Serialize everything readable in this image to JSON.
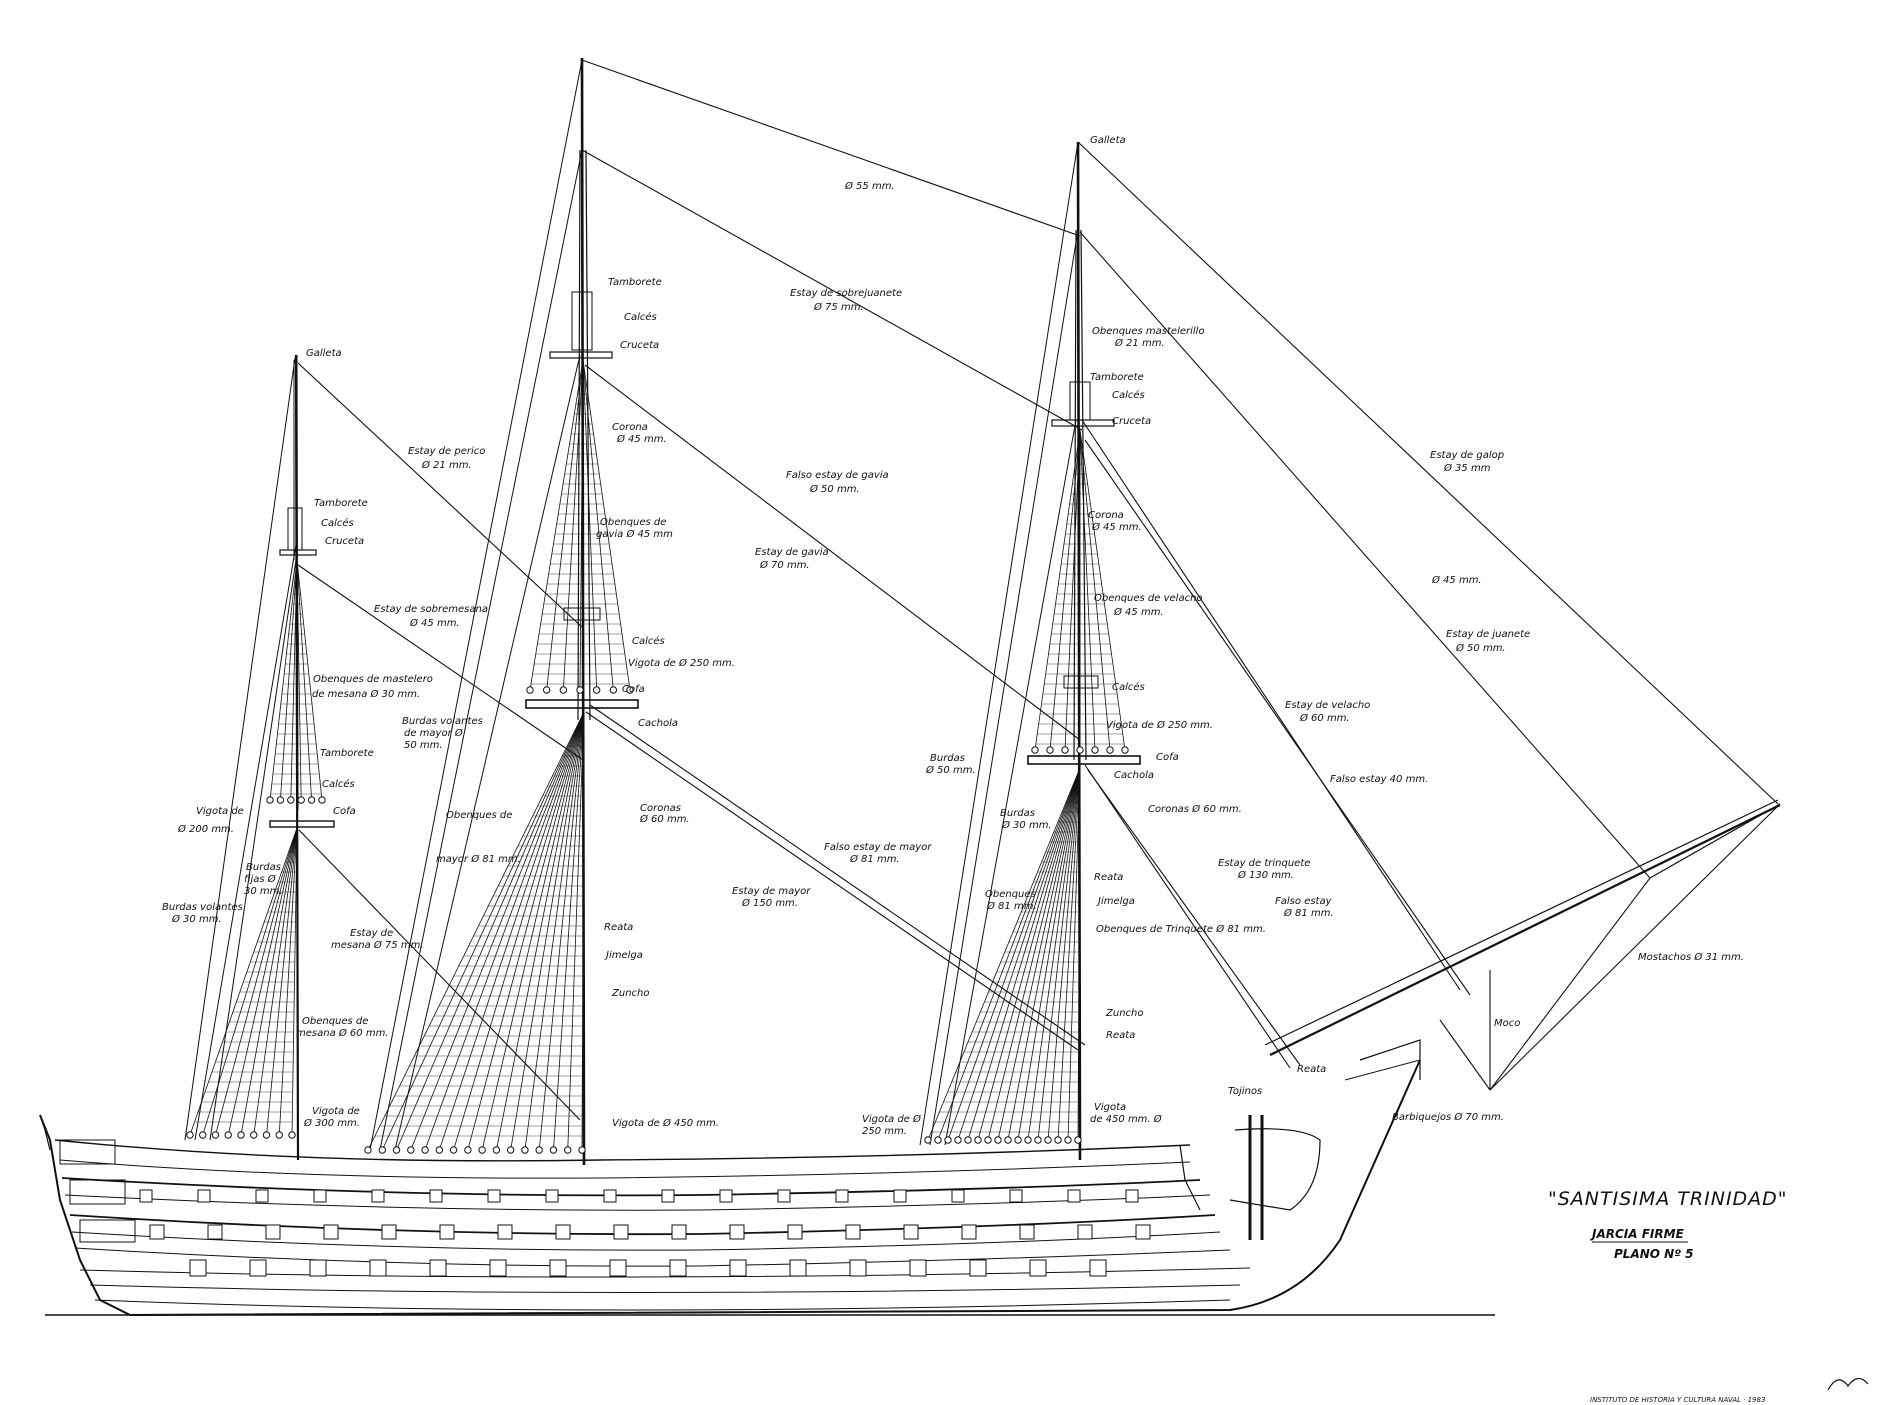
{
  "title": "\"SANTISIMA TRINIDAD\"",
  "subtitle": "JARCIA FIRME",
  "plan_number": "PLANO Nº 5",
  "institute": "INSTITUTO DE HISTORIA Y CULTURA NAVAL · 1983",
  "labels": {
    "galleta_mesana": "Galleta",
    "galleta_trinquete": "Galleta",
    "d55": "Ø 55 mm.",
    "tamborete_mayor": "Tamborete",
    "calces_mayor_top": "Calcés",
    "cruceta_mayor": "Cruceta",
    "estay_sobrejuanete_1": "Estay de sobrejuanete",
    "estay_sobrejuanete_2": "Ø 75 mm.",
    "obenques_mastelerillo_1": "Obenques mastelerillo",
    "obenques_mastelerillo_2": "Ø 21 mm.",
    "tamborete_trinquete": "Tamborete",
    "calces_trinquete_top": "Calcés",
    "cruceta_trinquete": "Cruceta",
    "estay_perico_1": "Estay de perico",
    "estay_perico_2": "Ø 21 mm.",
    "corona_mayor_1": "Corona",
    "corona_mayor_2": "Ø 45 mm.",
    "falso_estay_gavia_1": "Falso estay de gavia",
    "falso_estay_gavia_2": "Ø 50 mm.",
    "estay_galop_1": "Estay de galop",
    "estay_galop_2": "Ø 35 mm",
    "tamborete_mesana": "Tamborete",
    "calces_mesana_top": "Calcés",
    "cruceta_mesana": "Cruceta",
    "corona_trinquete_1": "Corona",
    "corona_trinquete_2": "Ø 45 mm.",
    "obenques_gavia_1": "Obenques de",
    "obenques_gavia_2": "gavia Ø 45 mm",
    "estay_gavia_1": "Estay de gavia",
    "estay_gavia_2": "Ø 70 mm.",
    "d45": "Ø 45 mm.",
    "obenques_velacho_1": "Obenques de velacho",
    "obenques_velacho_2": "Ø 45 mm.",
    "estay_sobremesana_1": "Estay de sobremesana",
    "estay_sobremesana_2": "Ø 45 mm.",
    "estay_juanete_1": "Estay de juanete",
    "estay_juanete_2": "Ø 50 mm.",
    "calces_mayor": "Calcés",
    "vigota_mayor_250": "Vigota de Ø 250 mm.",
    "obenques_mastelero_mesana_1": "Obenques de mastelero",
    "obenques_mastelero_mesana_2": "de mesana Ø 30 mm.",
    "cofa_mayor": "Cofa",
    "calces_trinquete": "Calcés",
    "estay_velacho_1": "Estay de velacho",
    "estay_velacho_2": "Ø 60 mm.",
    "burdas_volantes_mayor_1": "Burdas volantes",
    "burdas_volantes_mayor_2": "de mayor Ø",
    "burdas_volantes_mayor_3": "50 mm.",
    "cachola_mayor": "Cachola",
    "vigota_trinquete_250": "Vigota de Ø 250 mm.",
    "burdas_50_1": "Burdas",
    "burdas_50_2": "Ø 50 mm.",
    "cofa_trinquete": "Cofa",
    "cachola_trinquete": "Cachola",
    "falso_estay_40": "Falso estay 40 mm.",
    "tamborete_mesana_low": "Tamborete",
    "calces_mesana_low": "Calcés",
    "cofa_mesana": "Cofa",
    "vigota_mesana_1": "Vigota de",
    "vigota_mesana_2": "Ø 200 mm.",
    "coronas_mayor_1": "Coronas",
    "coronas_mayor_2": "Ø 60 mm.",
    "coronas_trinquete": "Coronas Ø 60 mm.",
    "burdas_30_1": "Burdas",
    "burdas_30_2": "Ø 30 mm.",
    "obenques_mayor_1": "Obenques de",
    "obenques_mayor_2": "mayor Ø 81 mm.",
    "falso_estay_mayor_1": "Falso estay de mayor",
    "falso_estay_mayor_2": "Ø 81 mm.",
    "burdas_fijas_1": "Burdas",
    "burdas_fijas_2": "fijas Ø",
    "burdas_fijas_3": "30 mm.",
    "estay_trinquete_1": "Estay de trinquete",
    "estay_trinquete_2": "Ø 130 mm.",
    "reata_trinquete": "Reata",
    "estay_mayor_1": "Estay de mayor",
    "estay_mayor_2": "Ø 150 mm.",
    "jimelga_trinquete": "Jimelga",
    "obenques_81_1": "Obenques",
    "obenques_81_2": "Ø 81 mm.",
    "falso_estay_81_1": "Falso estay",
    "falso_estay_81_2": "Ø 81 mm.",
    "burdas_volantes_mesana_1": "Burdas volantes",
    "burdas_volantes_mesana_2": "Ø 30 mm.",
    "reata_mayor": "Reata",
    "obenques_trinquete_81": "Obenques de Trinquete Ø 81 mm.",
    "estay_mesana_1": "Estay de",
    "estay_mesana_2": "mesana Ø 75 mm.",
    "jimelga_mayor": "Jimelga",
    "mostachos": "Mostachos Ø 31 mm.",
    "zuncho_mayor": "Zuncho",
    "zuncho_trinquete": "Zuncho",
    "reata_trinquete_low": "Reata",
    "moco": "Moco",
    "obenques_mesana_1": "Obenques de",
    "obenques_mesana_2": "mesana Ø 60 mm.",
    "reata_proa": "Reata",
    "tojinos": "Tojinos",
    "vigota_mesana_300_1": "Vigota de",
    "vigota_mesana_300_2": "Ø 300 mm.",
    "vigota_450_trinquete_1": "Vigota",
    "vigota_450_trinquete_2": "de 450 mm. Ø",
    "vigota_mayor_450": "Vigota de Ø 450 mm.",
    "vigota_250_low_1": "Vigota de Ø",
    "vigota_250_low_2": "250 mm.",
    "barbiquejos": "Barbiquejos Ø 70 mm."
  }
}
